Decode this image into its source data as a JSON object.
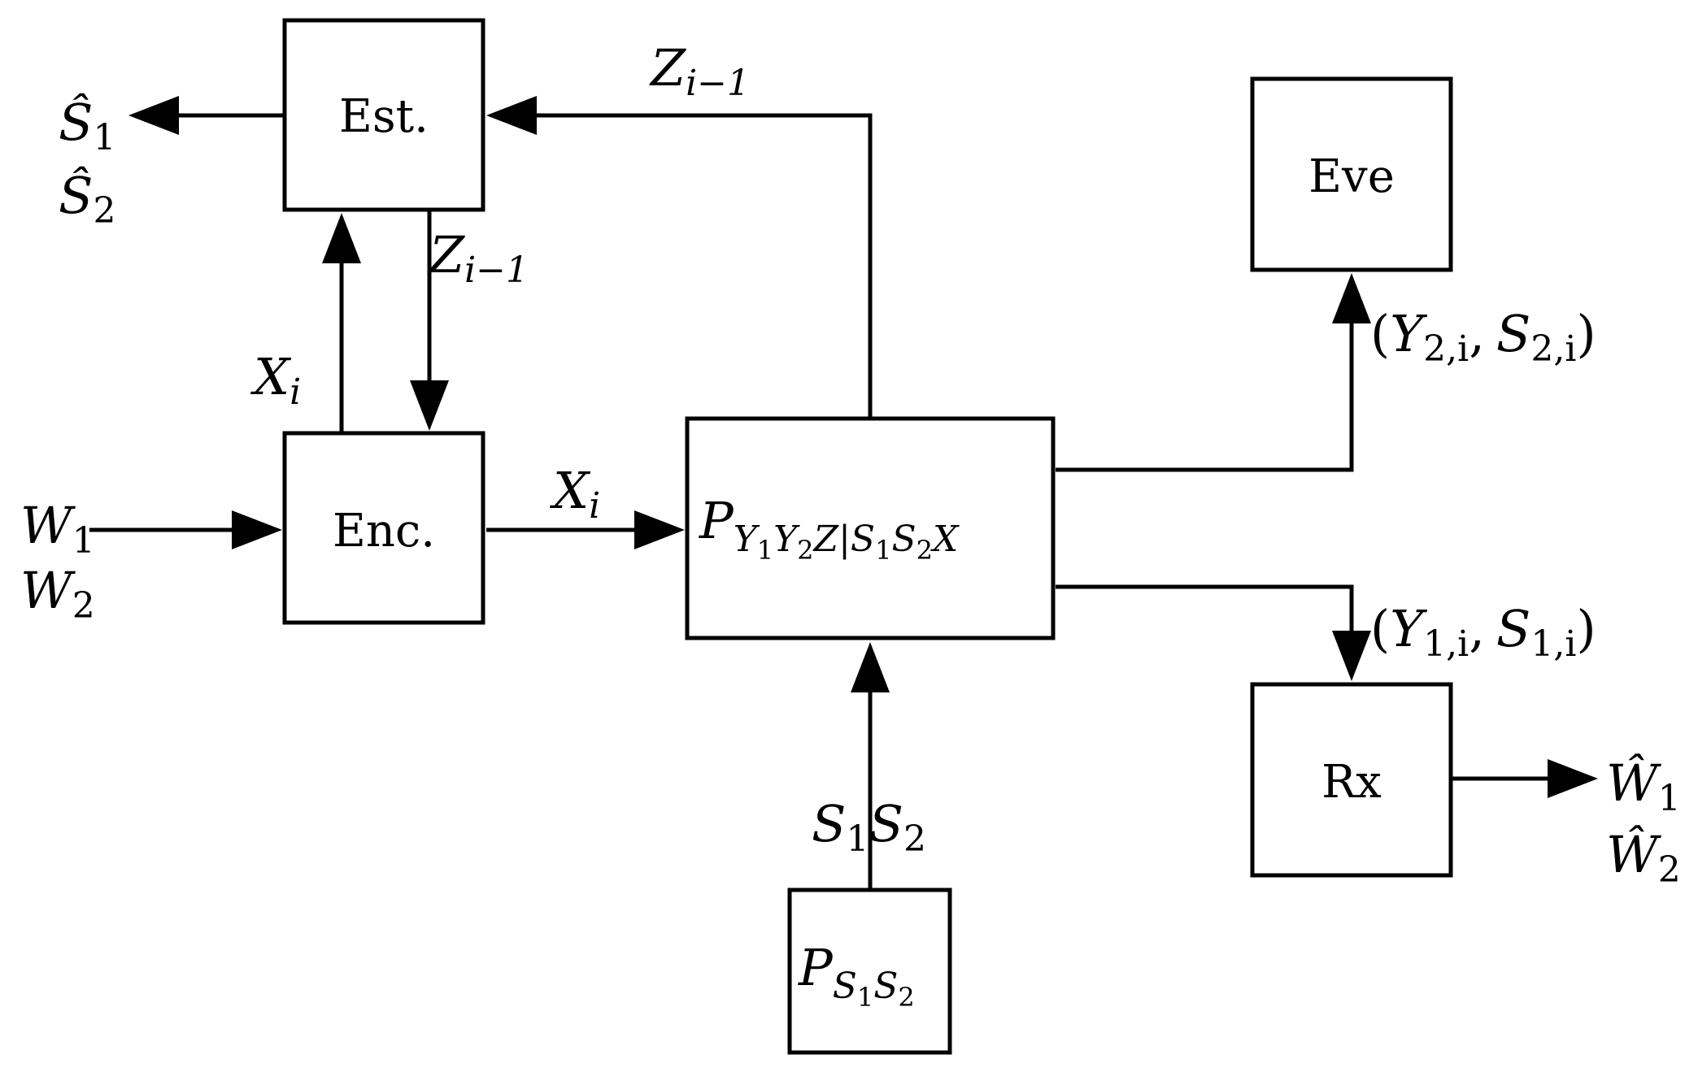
{
  "blocks": {
    "est": "Est.",
    "enc": "Enc.",
    "eve": "Eve",
    "rx": "Rx"
  },
  "signals": {
    "w_in": [
      {
        "base": "W",
        "sub": "1"
      },
      {
        "base": "W",
        "sub": "2"
      }
    ],
    "s_hat_out": [
      {
        "base": "Ŝ",
        "sub": "1"
      },
      {
        "base": "Ŝ",
        "sub": "2"
      }
    ],
    "w_hat_out": [
      {
        "base": "Ŵ",
        "sub": "1"
      },
      {
        "base": "Ŵ",
        "sub": "2"
      }
    ],
    "z_feedback": {
      "base": "Z",
      "sub": "i−1"
    },
    "x_i": {
      "base": "X",
      "sub": "i"
    },
    "channel": {
      "base": "P",
      "sub": "Y",
      "sub_parts": [
        "1",
        "Y",
        "2",
        "Z|S",
        "1",
        "S",
        "2",
        "X"
      ]
    },
    "state_source": {
      "base": "P",
      "sub": "S",
      "sub_parts": [
        "1",
        "S",
        "2"
      ]
    },
    "state": {
      "s1": "S",
      "s1_sub": "1",
      "s2": "S",
      "s2_sub": "2"
    },
    "eve_obs": {
      "open": "(",
      "y": "Y",
      "y_sub": "2,i",
      "comma": ",",
      "s": "S",
      "s_sub": "2,i",
      "close": ")"
    },
    "rx_obs": {
      "open": "(",
      "y": "Y",
      "y_sub": "1,i",
      "comma": ",",
      "s": "S",
      "s_sub": "1,i",
      "close": ")"
    }
  }
}
